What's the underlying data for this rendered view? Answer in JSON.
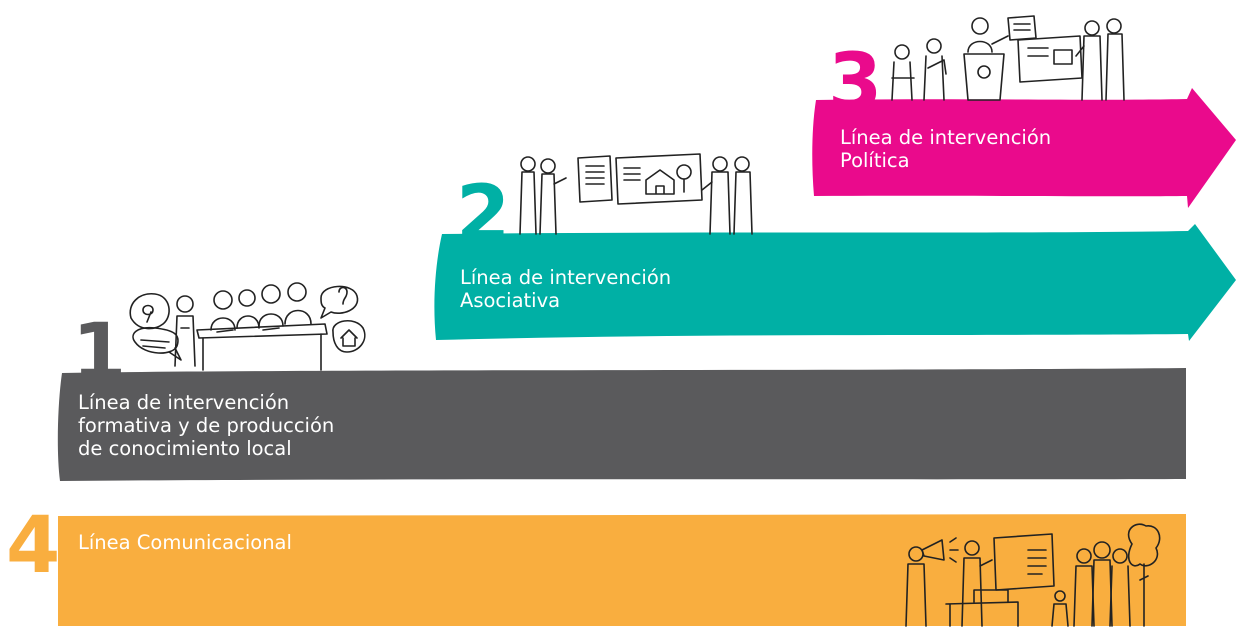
{
  "colors": {
    "line1": "#5a5a5c",
    "line2": "#00b0a5",
    "line3": "#ea0a8c",
    "line4": "#f9ae3f",
    "ink": "#222222"
  },
  "lines": [
    {
      "number": "1",
      "label": "Línea de intervención\nformativa y de producción\nde conocimiento local",
      "illustration": "people-at-table-icon"
    },
    {
      "number": "2",
      "label": "Línea de intervención\nAsociativa",
      "illustration": "people-with-boards-icon"
    },
    {
      "number": "3",
      "label": "Línea de intervención\nPolítica",
      "illustration": "podium-speaker-icon"
    },
    {
      "number": "4",
      "label": "Línea Comunicacional",
      "illustration": "megaphone-crowd-icon"
    }
  ]
}
